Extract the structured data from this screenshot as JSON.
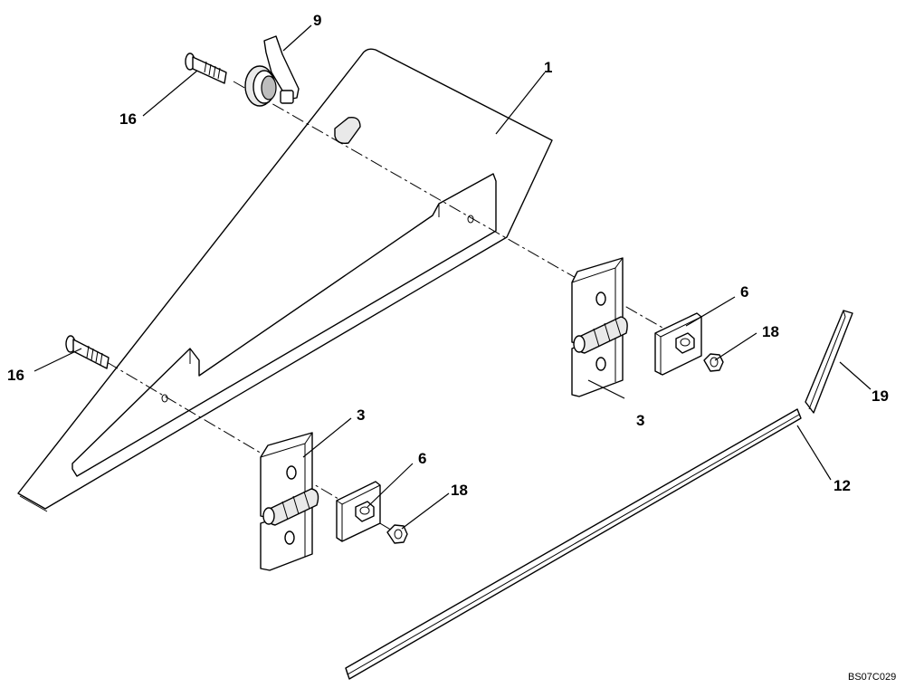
{
  "diagram": {
    "drawing_code": "BS07C029",
    "callouts": {
      "panel": "1",
      "hinge_upper": "3",
      "hinge_lower": "3",
      "plate_upper": "6",
      "plate_lower": "6",
      "latch": "9",
      "strip": "12",
      "bolt_upper": "16",
      "bolt_lower": "16",
      "nut_upper": "18",
      "nut_lower": "18",
      "seal": "19"
    }
  }
}
